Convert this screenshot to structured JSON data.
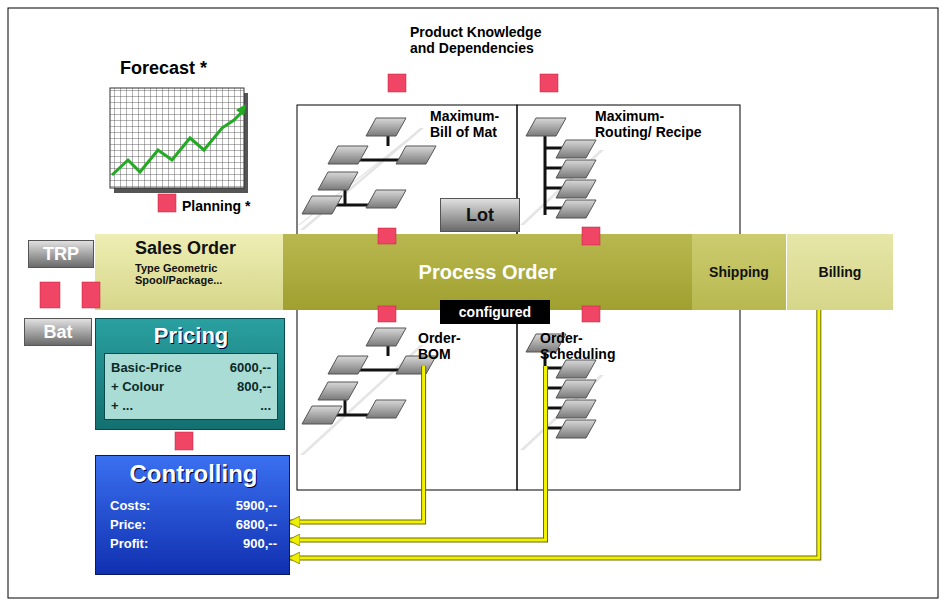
{
  "diagram": {
    "nodes": [
      {
        "text": [
          "Sales Order",
          "Type Geometric Spool/Package..."
        ]
      },
      {
        "text": [
          "TRP"
        ]
      },
      {
        "text": [
          "Bat"
        ]
      },
      {
        "text": [
          "Process Order"
        ]
      },
      {
        "text": [
          "Lot"
        ]
      },
      {
        "text": [
          "configured"
        ]
      },
      {
        "text": [
          "Shipping"
        ]
      },
      {
        "text": [
          "Billing"
        ]
      },
      {
        "text": [
          "Maximum- Bill of Mat"
        ]
      },
      {
        "text": [
          "Maximum- Routing/ Recipe"
        ]
      },
      {
        "text": [
          "Order- BOM"
        ]
      },
      {
        "text": [
          "Order- Scheduling"
        ]
      },
      {
        "text": [
          "Pricing",
          "Basic-Price",
          "6000,--",
          "+ Colour",
          "800,--",
          "+ ...",
          "..."
        ]
      },
      {
        "text": [
          "Controlling",
          "Costs:",
          "5900,--",
          "Price:",
          "6800,--",
          "Profit:",
          "900,--"
        ]
      }
    ],
    "edges": [
      {
        "from": 10,
        "to": 13,
        "arrow": "to"
      },
      {
        "from": 11,
        "to": 13,
        "arrow": "to"
      },
      {
        "from": 7,
        "to": 13,
        "arrow": "to"
      }
    ],
    "labels": [
      "Forecast *",
      "Planning *",
      "Product Knowledge and Dependencies"
    ]
  }
}
